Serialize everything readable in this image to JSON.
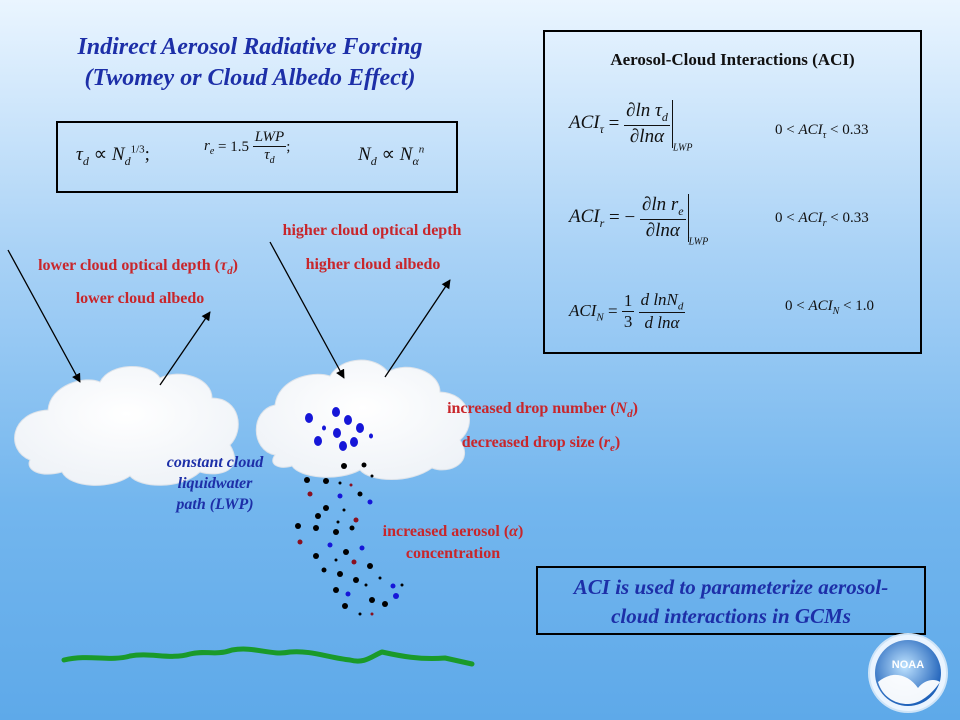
{
  "title": {
    "line1": "Indirect Aerosol Radiative Forcing",
    "line2": "(Twomey or Cloud Albedo Effect)"
  },
  "relations": {
    "eq1_lhs": "τ",
    "eq1_lhs_sub": "d",
    "eq1_rhs": "N",
    "eq1_rhs_sub": "d",
    "eq1_rhs_sup": "1/3",
    "eq1_end": ";",
    "eq2_lhs": "r",
    "eq2_lhs_sub": "e",
    "eq2_coef": "= 1.5",
    "eq2_num": "LWP",
    "eq2_den": "τ",
    "eq2_den_sub": "d",
    "eq2_end": ";",
    "eq3_lhs": "N",
    "eq3_lhs_sub": "d",
    "eq3_rhs": "N",
    "eq3_rhs_sub": "α",
    "eq3_rhs_sup": "n",
    "prop": "∝"
  },
  "left_cloud": {
    "label1_pre": "lower cloud optical depth (",
    "label1_sym": "τ",
    "label1_sub": "d",
    "label1_post": ")",
    "label2": "lower cloud albedo"
  },
  "right_cloud": {
    "label1": "higher cloud optical depth",
    "label2": "higher cloud albedo"
  },
  "lwp_label": {
    "line1": "constant cloud",
    "line2": "liquidwater",
    "line3": "path (LWP)"
  },
  "drop_number": {
    "pre": "increased drop number (",
    "sym": "N",
    "sub": "d",
    "post": ")"
  },
  "drop_size": {
    "pre": "decreased drop size (",
    "sym": "r",
    "sub": "e",
    "post": ")"
  },
  "aerosol": {
    "pre": "increased aerosol (",
    "sym": "α",
    "post": ")",
    "line2": "concentration"
  },
  "aci": {
    "title": "Aerosol-Cloud  Interactions  (ACI)",
    "eq1": {
      "lhs": "ACI",
      "lhs_sub": "τ",
      "op": "=",
      "num": "∂ln τ",
      "num_sub": "d",
      "den": "∂lnα",
      "eval_sub": "LWP",
      "range_pre": "0 < ",
      "range_sym": "ACI",
      "range_sub": "τ",
      "range_post": " < 0.33"
    },
    "eq2": {
      "lhs": "ACI",
      "lhs_sub": "r",
      "op": "= −",
      "num": "∂ln r",
      "num_sub": "e",
      "den": "∂lnα",
      "eval_sub": "LWP",
      "range_pre": "0 < ",
      "range_sym": "ACI",
      "range_sub": "r",
      "range_post": " < 0.33"
    },
    "eq3": {
      "lhs": "ACI",
      "lhs_sub": "N",
      "op": "=",
      "coef_num": "1",
      "coef_den": "3",
      "num": "d lnN",
      "num_sub": "d",
      "den": "d lnα",
      "range_pre": "0 < ",
      "range_sym": "ACI",
      "range_sub": "N",
      "range_post": " < 1.0"
    }
  },
  "note": {
    "line1": "ACI is used to parameterize aerosol-",
    "line2": "cloud interactions in GCMs"
  },
  "logo_text": "NOAA",
  "colors": {
    "red_text": "#c8262b",
    "blue_text": "#1d2fa8",
    "ground": "#1a9a2a",
    "drop_blue": "#1616d8",
    "drop_red": "#8a1020",
    "drop_black": "#000000"
  }
}
